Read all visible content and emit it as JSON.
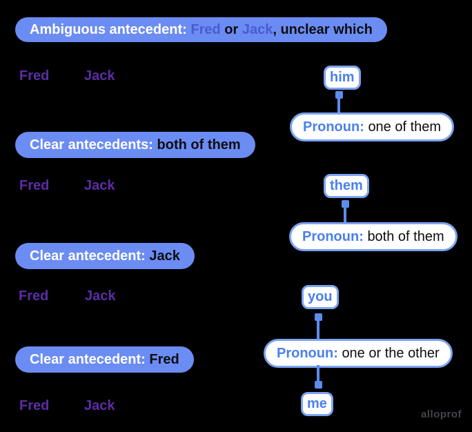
{
  "title_banner": {
    "prefix": "Ambiguous antecedent:",
    "name1": "Fred",
    "conjunction": "or",
    "name2": "Jack",
    "suffix": ", unclear which"
  },
  "name_rows": [
    {
      "fred": "Fred",
      "jack": "Jack"
    },
    {
      "fred": "Fred",
      "jack": "Jack"
    },
    {
      "fred": "Fred",
      "jack": "Jack"
    },
    {
      "fred": "Fred",
      "jack": "Jack"
    }
  ],
  "word_boxes": [
    {
      "word": "him"
    },
    {
      "word": "them"
    },
    {
      "word": "you"
    },
    {
      "word": "me"
    }
  ],
  "callouts": [
    {
      "label": "Pronoun:",
      "value": "one of them"
    },
    {
      "label": "Pronoun:",
      "value": "both of them"
    },
    {
      "label": "Pronoun:",
      "value": "one or the other"
    }
  ],
  "label_pills": [
    {
      "label": "Clear antecedents:",
      "value": "both of them"
    },
    {
      "label": "Clear antecedent:",
      "value": "Jack"
    },
    {
      "label": "Clear antecedent:",
      "value": "Fred"
    }
  ],
  "watermark": {
    "text": "alloprof"
  },
  "colors": {
    "background": "#000000",
    "pill_blue": "#6B8CF2",
    "banner_name_indigo": "#4A5BD0",
    "text_black": "#0D0D10",
    "text_white": "#FFFFFF",
    "antecedent_purple": "#5C2DA6",
    "box_border_blue": "#7BA3F2",
    "box_text_blue": "#4A80EC",
    "connector_blue": "#5C8CEC",
    "watermark_gray": "#45454B"
  }
}
